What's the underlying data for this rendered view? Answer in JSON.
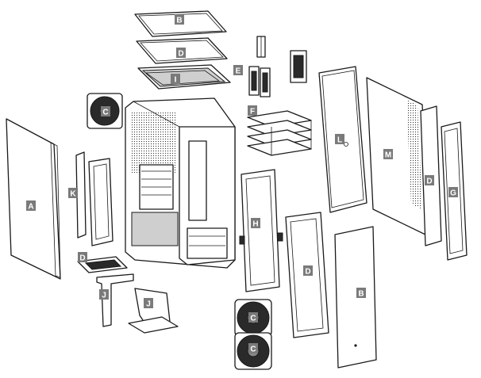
{
  "labels": [
    {
      "id": "B-top",
      "letter": "B"
    },
    {
      "id": "D-top",
      "letter": "D"
    },
    {
      "id": "I",
      "letter": "I"
    },
    {
      "id": "E",
      "letter": "E"
    },
    {
      "id": "C-rear",
      "letter": "C"
    },
    {
      "id": "F",
      "letter": "F"
    },
    {
      "id": "L",
      "letter": "L"
    },
    {
      "id": "M",
      "letter": "M"
    },
    {
      "id": "D-side",
      "letter": "D"
    },
    {
      "id": "G",
      "letter": "G"
    },
    {
      "id": "A",
      "letter": "A"
    },
    {
      "id": "K",
      "letter": "K"
    },
    {
      "id": "H",
      "letter": "H"
    },
    {
      "id": "D-bottom",
      "letter": "D"
    },
    {
      "id": "D-front",
      "letter": "D"
    },
    {
      "id": "B-front",
      "letter": "B"
    },
    {
      "id": "J-1",
      "letter": "J"
    },
    {
      "id": "J-2",
      "letter": "J"
    },
    {
      "id": "C-front-1",
      "letter": "C"
    },
    {
      "id": "C-front-2",
      "letter": "C"
    }
  ]
}
